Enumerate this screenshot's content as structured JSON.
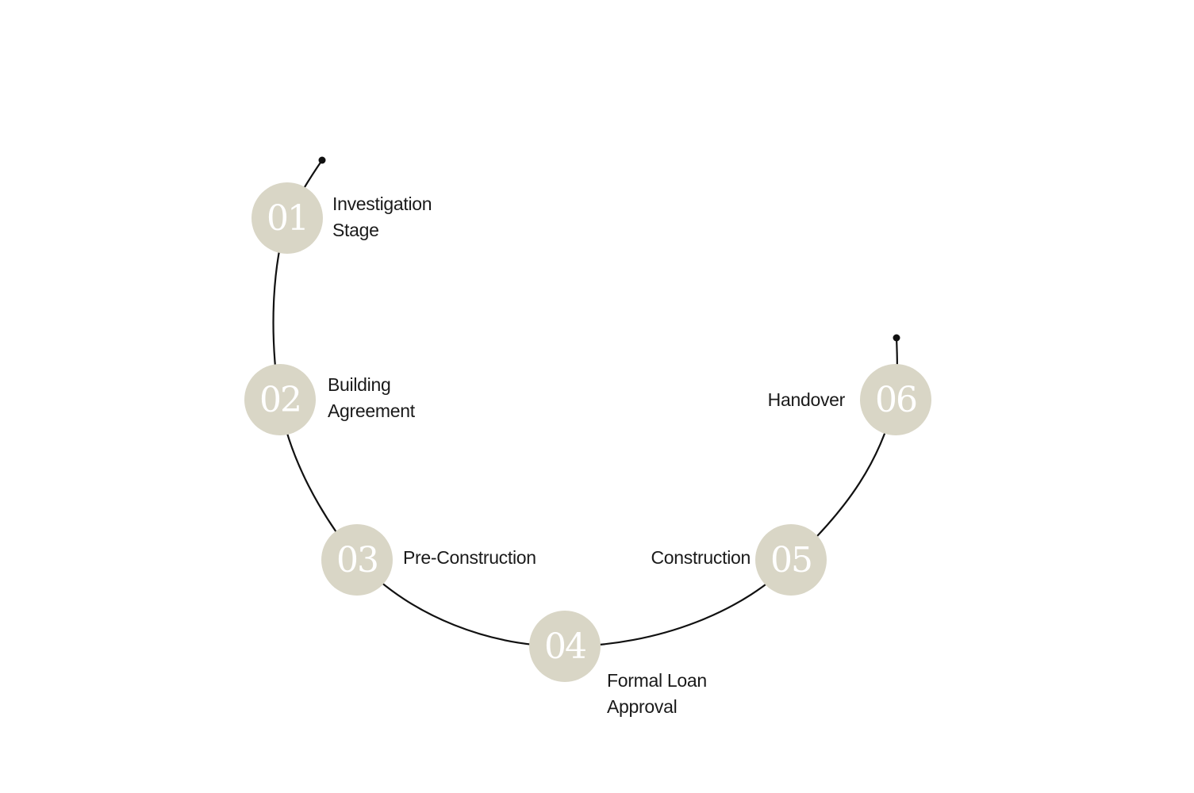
{
  "colors": {
    "circle_fill": "#d9d6c6",
    "number_text": "#ffffff",
    "line": "#111111",
    "label_text": "#1a1a1a"
  },
  "steps": [
    {
      "number": "01",
      "label_line1": "Investigation",
      "label_line2": "Stage"
    },
    {
      "number": "02",
      "label_line1": "Building",
      "label_line2": "Agreement"
    },
    {
      "number": "03",
      "label_line1": "Pre-Construction",
      "label_line2": ""
    },
    {
      "number": "04",
      "label_line1": "Formal Loan",
      "label_line2": "Approval"
    },
    {
      "number": "05",
      "label_line1": "Construction",
      "label_line2": ""
    },
    {
      "number": "06",
      "label_line1": "Handover",
      "label_line2": ""
    }
  ]
}
